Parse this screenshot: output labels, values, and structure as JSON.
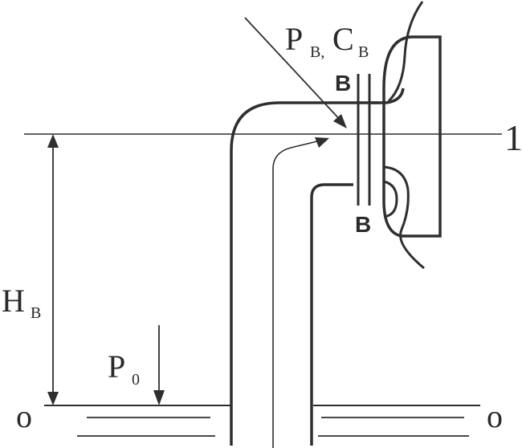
{
  "labels": {
    "pv": "P",
    "pv_sub": "В,",
    "cv": "C",
    "cv_sub": "В",
    "section_top": "В",
    "section_bottom": "В",
    "level_1": "1",
    "height": "H",
    "height_sub": "В",
    "pressure_0": "P",
    "pressure_0_sub": "0",
    "level_0_left": "o",
    "level_0_right": "o"
  }
}
